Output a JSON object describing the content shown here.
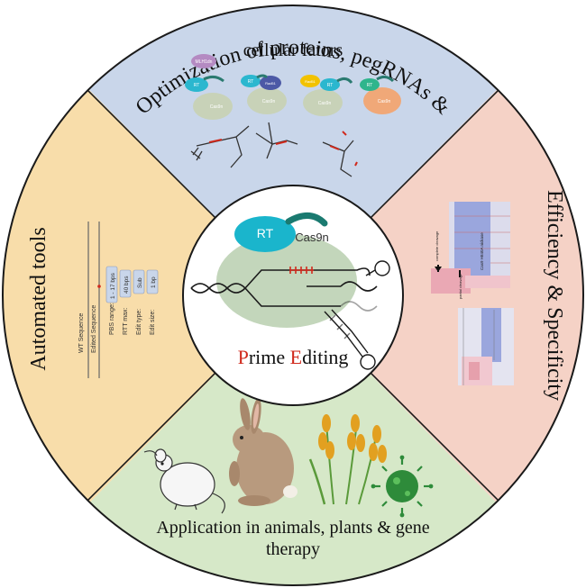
{
  "quadrants": {
    "top": {
      "title_line1": "Optimization of proteins, pegRNAs &",
      "title_line2": "cellular fators",
      "protein_labels": {
        "mlh1": "MLH1dn",
        "rt": "RT",
        "cas9": "Cas9n",
        "rad51": "Rad51",
        "dsb": "Rad51"
      },
      "plus": "+",
      "color": "#c9d6ea"
    },
    "right": {
      "title": "Efficiency & Specificity",
      "track_label_1": "Cas9 H840A nickase",
      "track_label_2": "complete cleavage",
      "track_label_3": "partial cleavage",
      "color": "#f5d2c6"
    },
    "bottom": {
      "title_line1": "Application in animals, plants & gene",
      "title_line2": "therapy",
      "color": "#d6e8c8"
    },
    "left": {
      "title": "Automated tools",
      "color": "#f8ddaa",
      "seq_labels": [
        "WT Sequence",
        "Edited Sequence"
      ],
      "params": [
        {
          "label": "PBS range:",
          "value": "1 - 17 bps"
        },
        {
          "label": "RTT max:",
          "value": "40 bps"
        },
        {
          "label": "Edit type:",
          "value": "Sub"
        },
        {
          "label": "Edit size:",
          "value": "1 bp"
        }
      ]
    }
  },
  "center": {
    "rt_label": "RT",
    "cas9_label": "Cas9n",
    "title_p": "P",
    "title_rime": "rime ",
    "title_e": "E",
    "title_diting": "diting",
    "accent": "#d0291c"
  }
}
